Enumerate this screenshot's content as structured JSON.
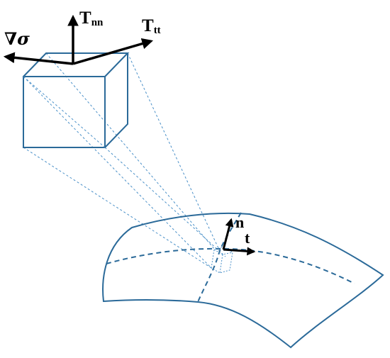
{
  "labels": {
    "gradient_symbol": "∇σ",
    "normal_stress_main": "T",
    "normal_stress_sub": "nn",
    "tangential_stress_main": "T",
    "tangential_stress_sub": "tt",
    "normal_vector": "n",
    "tangent_vector": "t"
  },
  "colors": {
    "surface": "#2b6a99",
    "guide": "#4a90c8",
    "arrow": "#000000"
  }
}
